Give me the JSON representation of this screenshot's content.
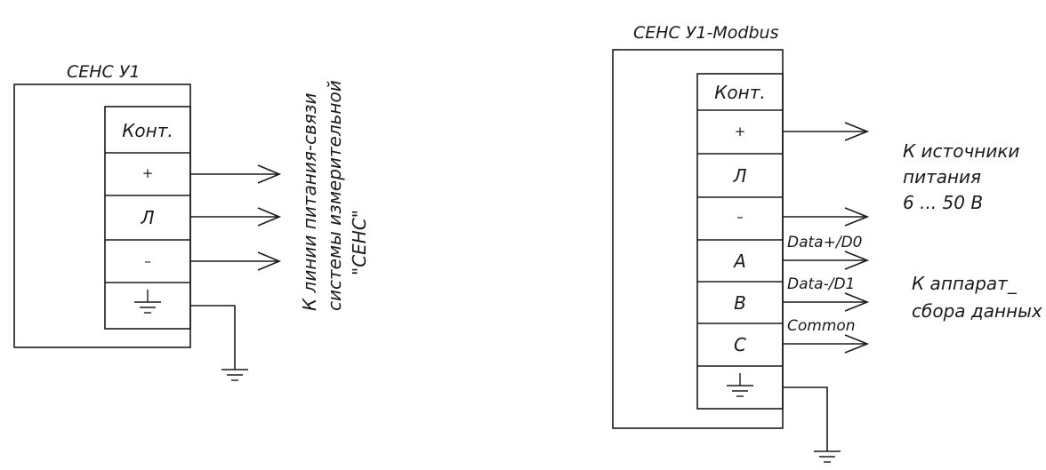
{
  "left_device": {
    "title": "СЕНС У1",
    "terminals": [
      "Конт.",
      "+",
      "Л",
      "–"
    ],
    "note_lines": [
      "К линии питания-связи",
      "системы измерительной",
      "\"СЕНС\""
    ]
  },
  "right_device": {
    "title": "СЕНС У1-Modbus",
    "terminals": [
      "Конт.",
      "+",
      "Л",
      "–",
      "A",
      "B",
      "C"
    ],
    "wire_labels": [
      "Data+/D0",
      "Data-/D1",
      "Common"
    ],
    "power_note": [
      "К источники",
      "питания",
      "6 ... 50 В"
    ],
    "data_note": [
      "К аппарат_",
      "сбора данных"
    ]
  }
}
